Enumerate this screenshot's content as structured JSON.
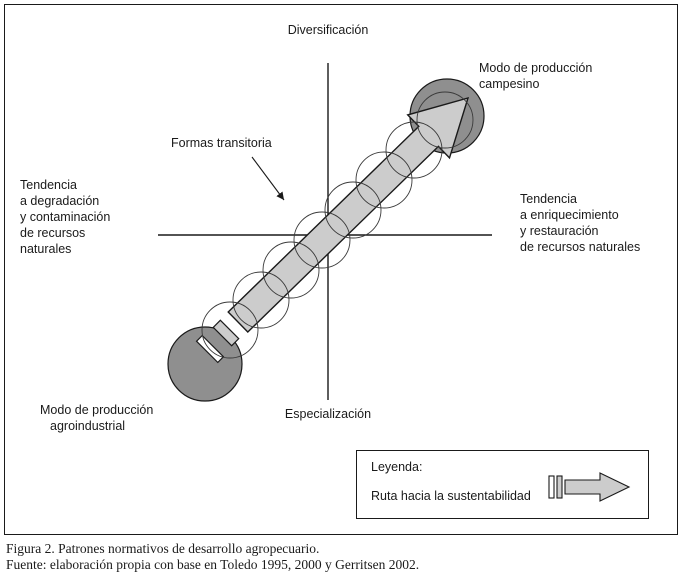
{
  "diagram": {
    "axis_top_label": "Diversificación",
    "axis_bottom_label": "Especialización",
    "left_tendency_lines": [
      "Tendencia",
      "a degradación",
      "y contaminación",
      "de recursos",
      "naturales"
    ],
    "right_tendency_lines": [
      "Tendencia",
      "a enriquecimiento",
      "y restauración",
      "de recursos naturales"
    ],
    "campesino_lines": [
      "Modo de producción",
      "campesino"
    ],
    "agroindustrial_lines": [
      "Modo de producción",
      "agroindustrial"
    ],
    "transitional_forms_label": "Formas transitoria",
    "colors": {
      "mode_circle_fill": "#8f8f8f",
      "arrow_fill": "#cccccc",
      "outline": "#1a1a1a"
    }
  },
  "legend": {
    "title": "Leyenda:",
    "entry": "Ruta hacia la sustentabilidad"
  },
  "caption": {
    "line1": "Figura 2. Patrones normativos de desarrollo agropecuario.",
    "line2": "Fuente: elaboración propia con base en Toledo 1995, 2000 y Gerritsen 2002."
  }
}
